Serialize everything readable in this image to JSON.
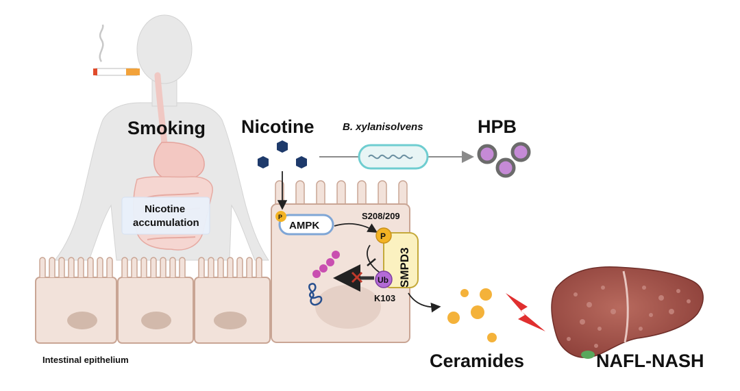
{
  "labels": {
    "smoking": "Smoking",
    "nicotine": "Nicotine",
    "bacterium": "B. xylanisolvens",
    "hpb": "HPB",
    "nicotine_accumulation_line1": "Nicotine",
    "nicotine_accumulation_line2": "accumulation",
    "ampk": "AMPK",
    "phospho_p": "P",
    "site_s": "S208/209",
    "smpd3": "SMPD3",
    "ubiquitin": "Ub",
    "site_k": "K103",
    "ceramides": "Ceramides",
    "nafl_nash": "NAFL-NASH",
    "intestinal_epithelium": "Intestinal epithelium"
  },
  "colors": {
    "cell_fill": "#f2e2da",
    "cell_stroke": "#c9a594",
    "nucleus": "#d2b9ab",
    "nicotine_hex": "#1e3a6b",
    "ampk_stroke": "#7fa6d6",
    "phospho": "#f3b324",
    "smpd3_fill": "#fbf1c0",
    "ubiquitin": "#b36ad6",
    "ceramide": "#f4b23a",
    "liver": "#a0524a",
    "lightning": "#e02f2f",
    "hpb_ring": "#6b6b6b",
    "hpb_core": "#c58ad6",
    "bacterium_fill": "#e8f5f5",
    "bacterium_stroke": "#6ecdd0"
  }
}
